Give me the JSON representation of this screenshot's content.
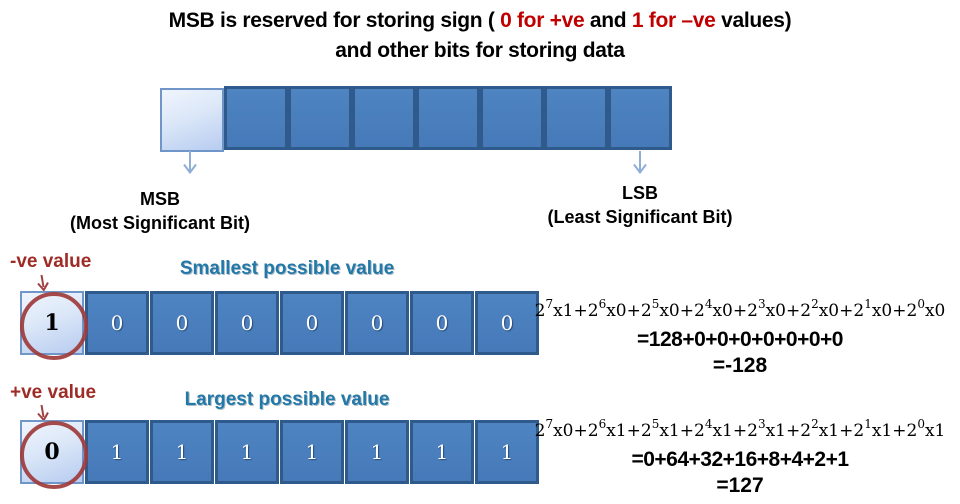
{
  "title": {
    "l1a": "MSB is reserved for storing sign ( ",
    "l1b": "0 for +ve",
    "l1c": " and ",
    "l1d": "1 for –ve",
    "l1e": " values)",
    "line2": "and other bits for storing data"
  },
  "demo_row": {
    "bits": [
      "",
      "",
      "",
      "",
      "",
      "",
      "",
      ""
    ]
  },
  "msb_label": {
    "abbr": "MSB",
    "full": "(Most Significant Bit)"
  },
  "lsb_label": {
    "abbr": "LSB",
    "full": "(Least Significant Bit)"
  },
  "smallest": {
    "tag": "-ve value",
    "heading": "Smallest possible value",
    "bits": [
      "1",
      "0",
      "0",
      "0",
      "0",
      "0",
      "0",
      "0"
    ],
    "equation": {
      "terms": [
        {
          "base": "2",
          "exp": "7",
          "mult": "x1"
        },
        {
          "base": "2",
          "exp": "6",
          "mult": "x0"
        },
        {
          "base": "2",
          "exp": "5",
          "mult": "x0"
        },
        {
          "base": "2",
          "exp": "4",
          "mult": "x0"
        },
        {
          "base": "2",
          "exp": "3",
          "mult": "x0"
        },
        {
          "base": "2",
          "exp": "2",
          "mult": "x0"
        },
        {
          "base": "2",
          "exp": "1",
          "mult": "x0"
        },
        {
          "base": "2",
          "exp": "0",
          "mult": "x0"
        }
      ],
      "sum": "=128+0+0+0+0+0+0+0",
      "result": "=-128"
    }
  },
  "largest": {
    "tag": "+ve value",
    "heading": "Largest possible value",
    "bits": [
      "0",
      "1",
      "1",
      "1",
      "1",
      "1",
      "1",
      "1"
    ],
    "equation": {
      "terms": [
        {
          "base": "2",
          "exp": "7",
          "mult": "x0"
        },
        {
          "base": "2",
          "exp": "6",
          "mult": "x1"
        },
        {
          "base": "2",
          "exp": "5",
          "mult": "x1"
        },
        {
          "base": "2",
          "exp": "4",
          "mult": "x1"
        },
        {
          "base": "2",
          "exp": "3",
          "mult": "x1"
        },
        {
          "base": "2",
          "exp": "2",
          "mult": "x1"
        },
        {
          "base": "2",
          "exp": "1",
          "mult": "x1"
        },
        {
          "base": "2",
          "exp": "0",
          "mult": "x1"
        }
      ],
      "sum": "=0+64+32+16+8+4+2+1",
      "result": "=127"
    }
  },
  "colors": {
    "cell_fill": "#4a7ebc",
    "cell_border": "#2e5a8c",
    "msb_cell_fill_top": "#eff5fd",
    "msb_cell_fill_bottom": "#b7ccf0",
    "title_red": "#c00000",
    "label_red": "#9e2b25",
    "heading_blue": "#2279a8",
    "arrow_blue": "#8fadd6",
    "circle_red": "#9e3b3b"
  }
}
